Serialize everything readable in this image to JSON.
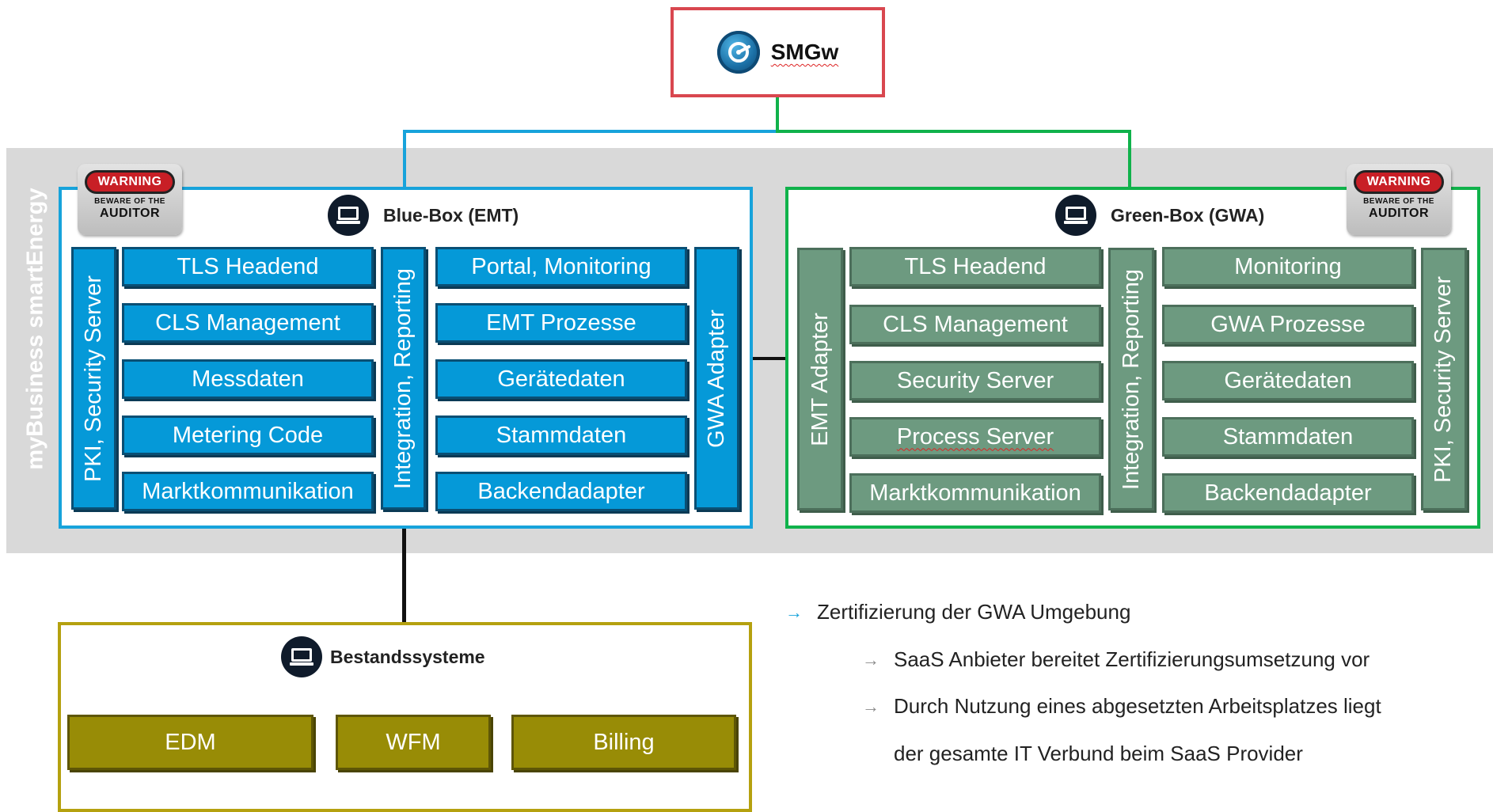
{
  "smgw": {
    "label": "SMGw"
  },
  "band": {
    "label": "myBusiness smartEnergy"
  },
  "warning": {
    "line1": "WARNING",
    "line2": "BEWARE OF THE",
    "line3": "AUDITOR"
  },
  "blue_box": {
    "title": "Blue-Box  (EMT)",
    "left_vertical": "PKI, Security Server",
    "col1": [
      "TLS Headend",
      "CLS Management",
      "Messdaten",
      "Metering Code",
      "Marktkommunikation"
    ],
    "mid_vertical": "Integration, Reporting",
    "col2": [
      "Portal, Monitoring",
      "EMT Prozesse",
      "Gerätedaten",
      "Stammdaten",
      "Backendadapter"
    ],
    "right_vertical": "GWA Adapter"
  },
  "green_box": {
    "title": "Green-Box (GWA)",
    "left_vertical": "EMT Adapter",
    "col1": [
      "TLS Headend",
      "CLS Management",
      "Security Server",
      "Process Server",
      "Marktkommunikation"
    ],
    "mid_vertical": "Integration, Reporting",
    "col2": [
      "Monitoring",
      "GWA Prozesse",
      "Gerätedaten",
      "Stammdaten",
      "Backendadapter"
    ],
    "right_vertical": "PKI, Security Server"
  },
  "bestand": {
    "title": "Bestandssysteme",
    "items": [
      "EDM",
      "WFM",
      "Billing"
    ]
  },
  "notes": {
    "main": "Zertifizierung der GWA Umgebung",
    "sub1": "SaaS Anbieter bereitet Zertifizierungsumsetzung vor",
    "sub2": "Durch Nutzung eines abgesetzten Arbeitsplatzes liegt",
    "sub2_cont": "der gesamte IT Verbund beim SaaS Provider"
  },
  "colors": {
    "blue": "#17a3db",
    "green": "#10b24b",
    "olive": "#b5a10f",
    "red": "#d9474f",
    "blue_tile": "#0599d8",
    "green_tile": "#6d9a80",
    "olive_tile": "#988c06",
    "band": "#d9d9d9"
  },
  "icons": {
    "smgw": "gateway-logo-icon",
    "system": "monitor-icon",
    "arrow": "arrow-right-icon"
  }
}
